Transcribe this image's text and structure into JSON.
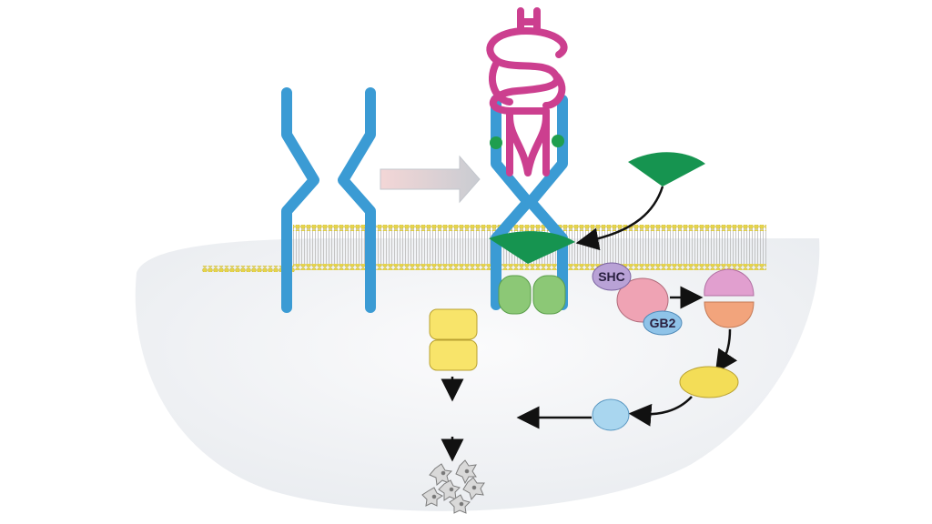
{
  "labels": {
    "adaptor_1": "SHC",
    "adaptor_2": "GB2"
  },
  "colors": {
    "receptor": "#3b9bd4",
    "receptor_dark": "#2a7fb5",
    "ligand": "#cc3f8f",
    "binding_site": "#1f9e4f",
    "wedge": "#169450",
    "kinase_domain": "#8cc876",
    "shc": "#b9a2d6",
    "grb": "#efa3b4",
    "adaptor_small": "#8fc3e8",
    "sos_top": "#e19fcf",
    "sos_bottom": "#f2a47c",
    "ras": "#f3dd57",
    "mapk": "#a9d6ef",
    "pi3k": "#f8e46a",
    "lipid_head": "#e6d44a",
    "lipid_tail": "#a7a7a7",
    "cytoplasm": "#eef0f4",
    "arrow_gray": "#cfd3d8"
  },
  "icons": [
    "arrow-right",
    "arrow-down",
    "cell-cluster"
  ]
}
